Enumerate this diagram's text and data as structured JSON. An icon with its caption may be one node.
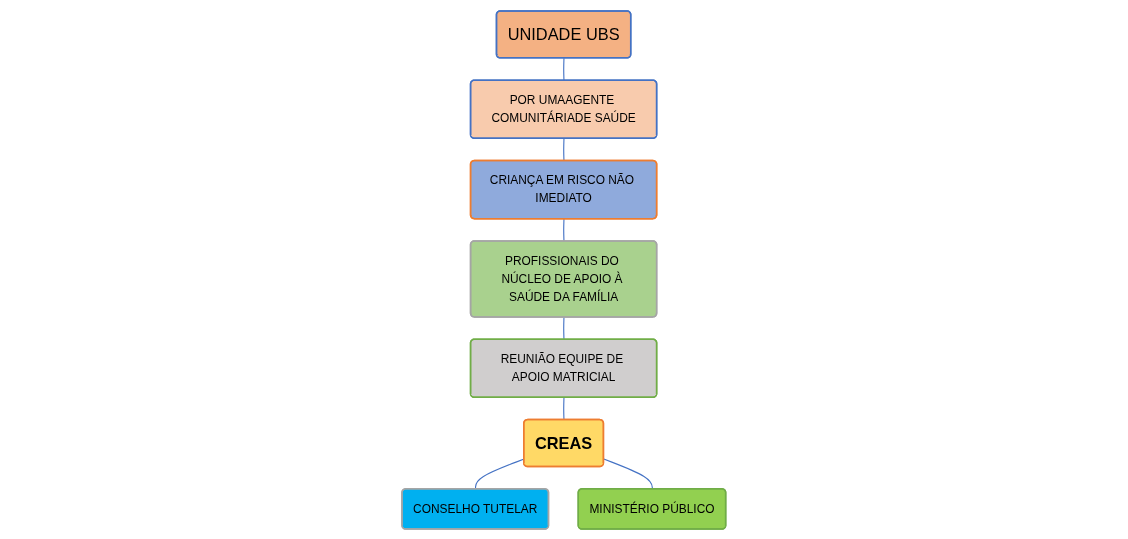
{
  "diagram": {
    "nodes": [
      {
        "text": [
          "UNIDADE UBS"
        ]
      },
      {
        "text": [
          "POR UMAAGENTE COMUNITÁRIADE SAÚDE"
        ]
      },
      {
        "text": [
          "CRIANÇA EM RISCO NÃO IMEDIATO"
        ]
      },
      {
        "text": [
          "PROFISSIONAIS DO NÚCLEO DE APOIO À SAÚDE DA FAMÍLIA"
        ]
      },
      {
        "text": [
          "REUNIÃO EQUIPE DE APOIO MATRICIAL"
        ]
      },
      {
        "text": [
          "CREAS"
        ]
      },
      {
        "text": [
          "CONSELHO TUTELAR"
        ]
      },
      {
        "text": [
          "MINISTÉRIO PÚBLICO"
        ]
      }
    ],
    "edges": [
      {
        "from": 0,
        "to": 1,
        "arrow": "none"
      },
      {
        "from": 1,
        "to": 2,
        "arrow": "none"
      },
      {
        "from": 2,
        "to": 3,
        "arrow": "none"
      },
      {
        "from": 3,
        "to": 4,
        "arrow": "none"
      },
      {
        "from": 4,
        "to": 5,
        "arrow": "none"
      },
      {
        "from": 5,
        "to": 6,
        "arrow": "none"
      },
      {
        "from": 5,
        "to": 7,
        "arrow": "none"
      }
    ]
  }
}
